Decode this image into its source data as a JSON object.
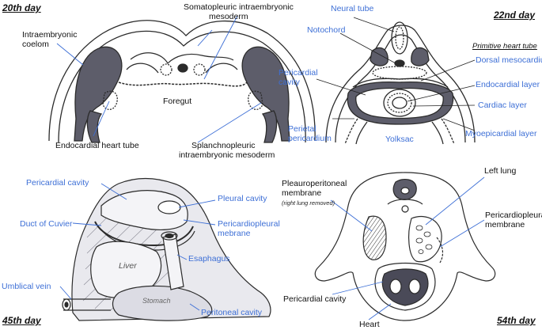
{
  "panels": {
    "day20": {
      "day": "20th day",
      "labels": {
        "intraembryonic_coelom_1": "Intraembryonic",
        "intraembryonic_coelom_2": "coelom",
        "somatopleuric_1": "Somatopleuric intraembryonic",
        "somatopleuric_2": "mesoderm",
        "foregut": "Foregut",
        "endocardial_heart_tube": "Endocardial heart tube",
        "splanchnopleuric_1": "Splanchnopleuric",
        "splanchnopleuric_2": "intraembryonic mesoderm"
      }
    },
    "day22": {
      "day": "22nd day",
      "labels": {
        "neural_tube": "Neural tube",
        "notochord": "Notochord",
        "primitive_heart_tube": "Primitive heart tube",
        "dorsal_mesocardium": "Dorsal mesocardium",
        "pericardial_cavity_1": "Pericardial",
        "pericardial_cavity_2": "cavity",
        "endocardial_layer": "Endocardial layer",
        "cardiac_layer": "Cardiac layer",
        "parietal_pericardium_1": "Perietal",
        "parietal_pericardium_2": "pericardium",
        "yolksac": "Yolksac",
        "myoepicardial_layer": "Myoepicardial layer"
      }
    },
    "day45": {
      "day": "45th day",
      "labels": {
        "pericardial_cavity": "Pericardial cavity",
        "pleural_cavity": "Pleural cavity",
        "duct_of_cuvier": "Duct of Cuvier",
        "pericardiopleural_1": "Pericardiopleural",
        "pericardiopleural_2": "mebrane",
        "esaphagus": "Esaphagus",
        "umblical_vein": "Umblical vein",
        "peritoneal_cavity": "Peritoneal cavity",
        "liver": "Liver",
        "stomach": "Stomach"
      }
    },
    "day54": {
      "day": "54th day",
      "labels": {
        "left_lung": "Left lung",
        "pleuroperitoneal_1": "Pleauroperitoneal",
        "pleuroperitoneal_2": "membrane",
        "right_lung_removed": "(right lung removed)",
        "pericardiopleural_1": "Pericardiopleural",
        "pericardiopleural_2": "membrane",
        "pericardial_cavity": "Pericardial cavity",
        "heart": "Heart"
      }
    }
  },
  "colors": {
    "label_blue": "#3d6fd6",
    "ink": "#2b2b2b",
    "shade": "#5a5a66"
  }
}
